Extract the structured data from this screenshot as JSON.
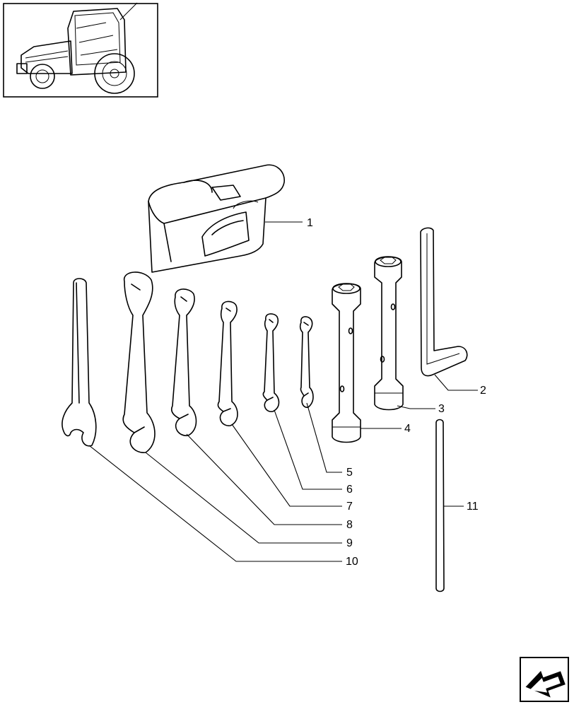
{
  "callouts": [
    {
      "id": "c1",
      "label": "1"
    },
    {
      "id": "c2",
      "label": "2"
    },
    {
      "id": "c3",
      "label": "3"
    },
    {
      "id": "c4",
      "label": "4"
    },
    {
      "id": "c5",
      "label": "5"
    },
    {
      "id": "c6",
      "label": "6"
    },
    {
      "id": "c7",
      "label": "7"
    },
    {
      "id": "c8",
      "label": "8"
    },
    {
      "id": "c9",
      "label": "9"
    },
    {
      "id": "c10",
      "label": "10"
    },
    {
      "id": "c11",
      "label": "11"
    }
  ],
  "icons": {
    "thumbnail": "tractor-icon",
    "nav": "next-page-arrow-icon"
  }
}
